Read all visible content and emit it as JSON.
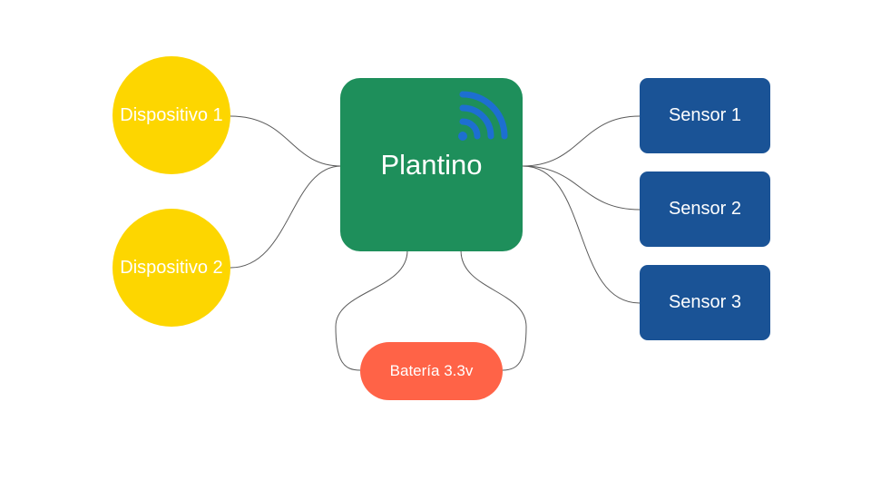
{
  "colors": {
    "device": "#FDD600",
    "hub": "#1E8F5B",
    "wifi": "#1D6FD1",
    "sensor": "#1A5396",
    "battery": "#FF6347",
    "connector": "#595959"
  },
  "hub": {
    "label": "Plantino",
    "icon": "wifi-icon"
  },
  "devices": [
    {
      "label": "Dispositivo 1"
    },
    {
      "label": "Dispositivo 2"
    }
  ],
  "sensors": [
    {
      "label": "Sensor 1"
    },
    {
      "label": "Sensor 2"
    },
    {
      "label": "Sensor 3"
    }
  ],
  "battery": {
    "label": "Batería 3.3v"
  }
}
